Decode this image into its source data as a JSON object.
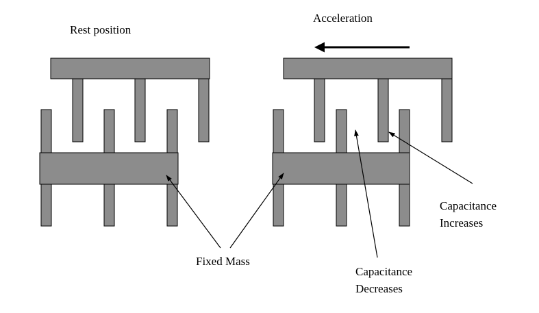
{
  "labels": {
    "rest": "Rest position",
    "accel": "Acceleration",
    "fixed_mass": "Fixed Mass",
    "cap_dec_1": "Capacitance",
    "cap_dec_2": "Decreases",
    "cap_inc_1": "Capacitance",
    "cap_inc_2": "Increases"
  },
  "colors": {
    "part_fill": "#8c8c8c",
    "outline": "#000000",
    "background": "#ffffff"
  },
  "icons": {
    "acceleration_direction": "arrow-left-icon"
  }
}
